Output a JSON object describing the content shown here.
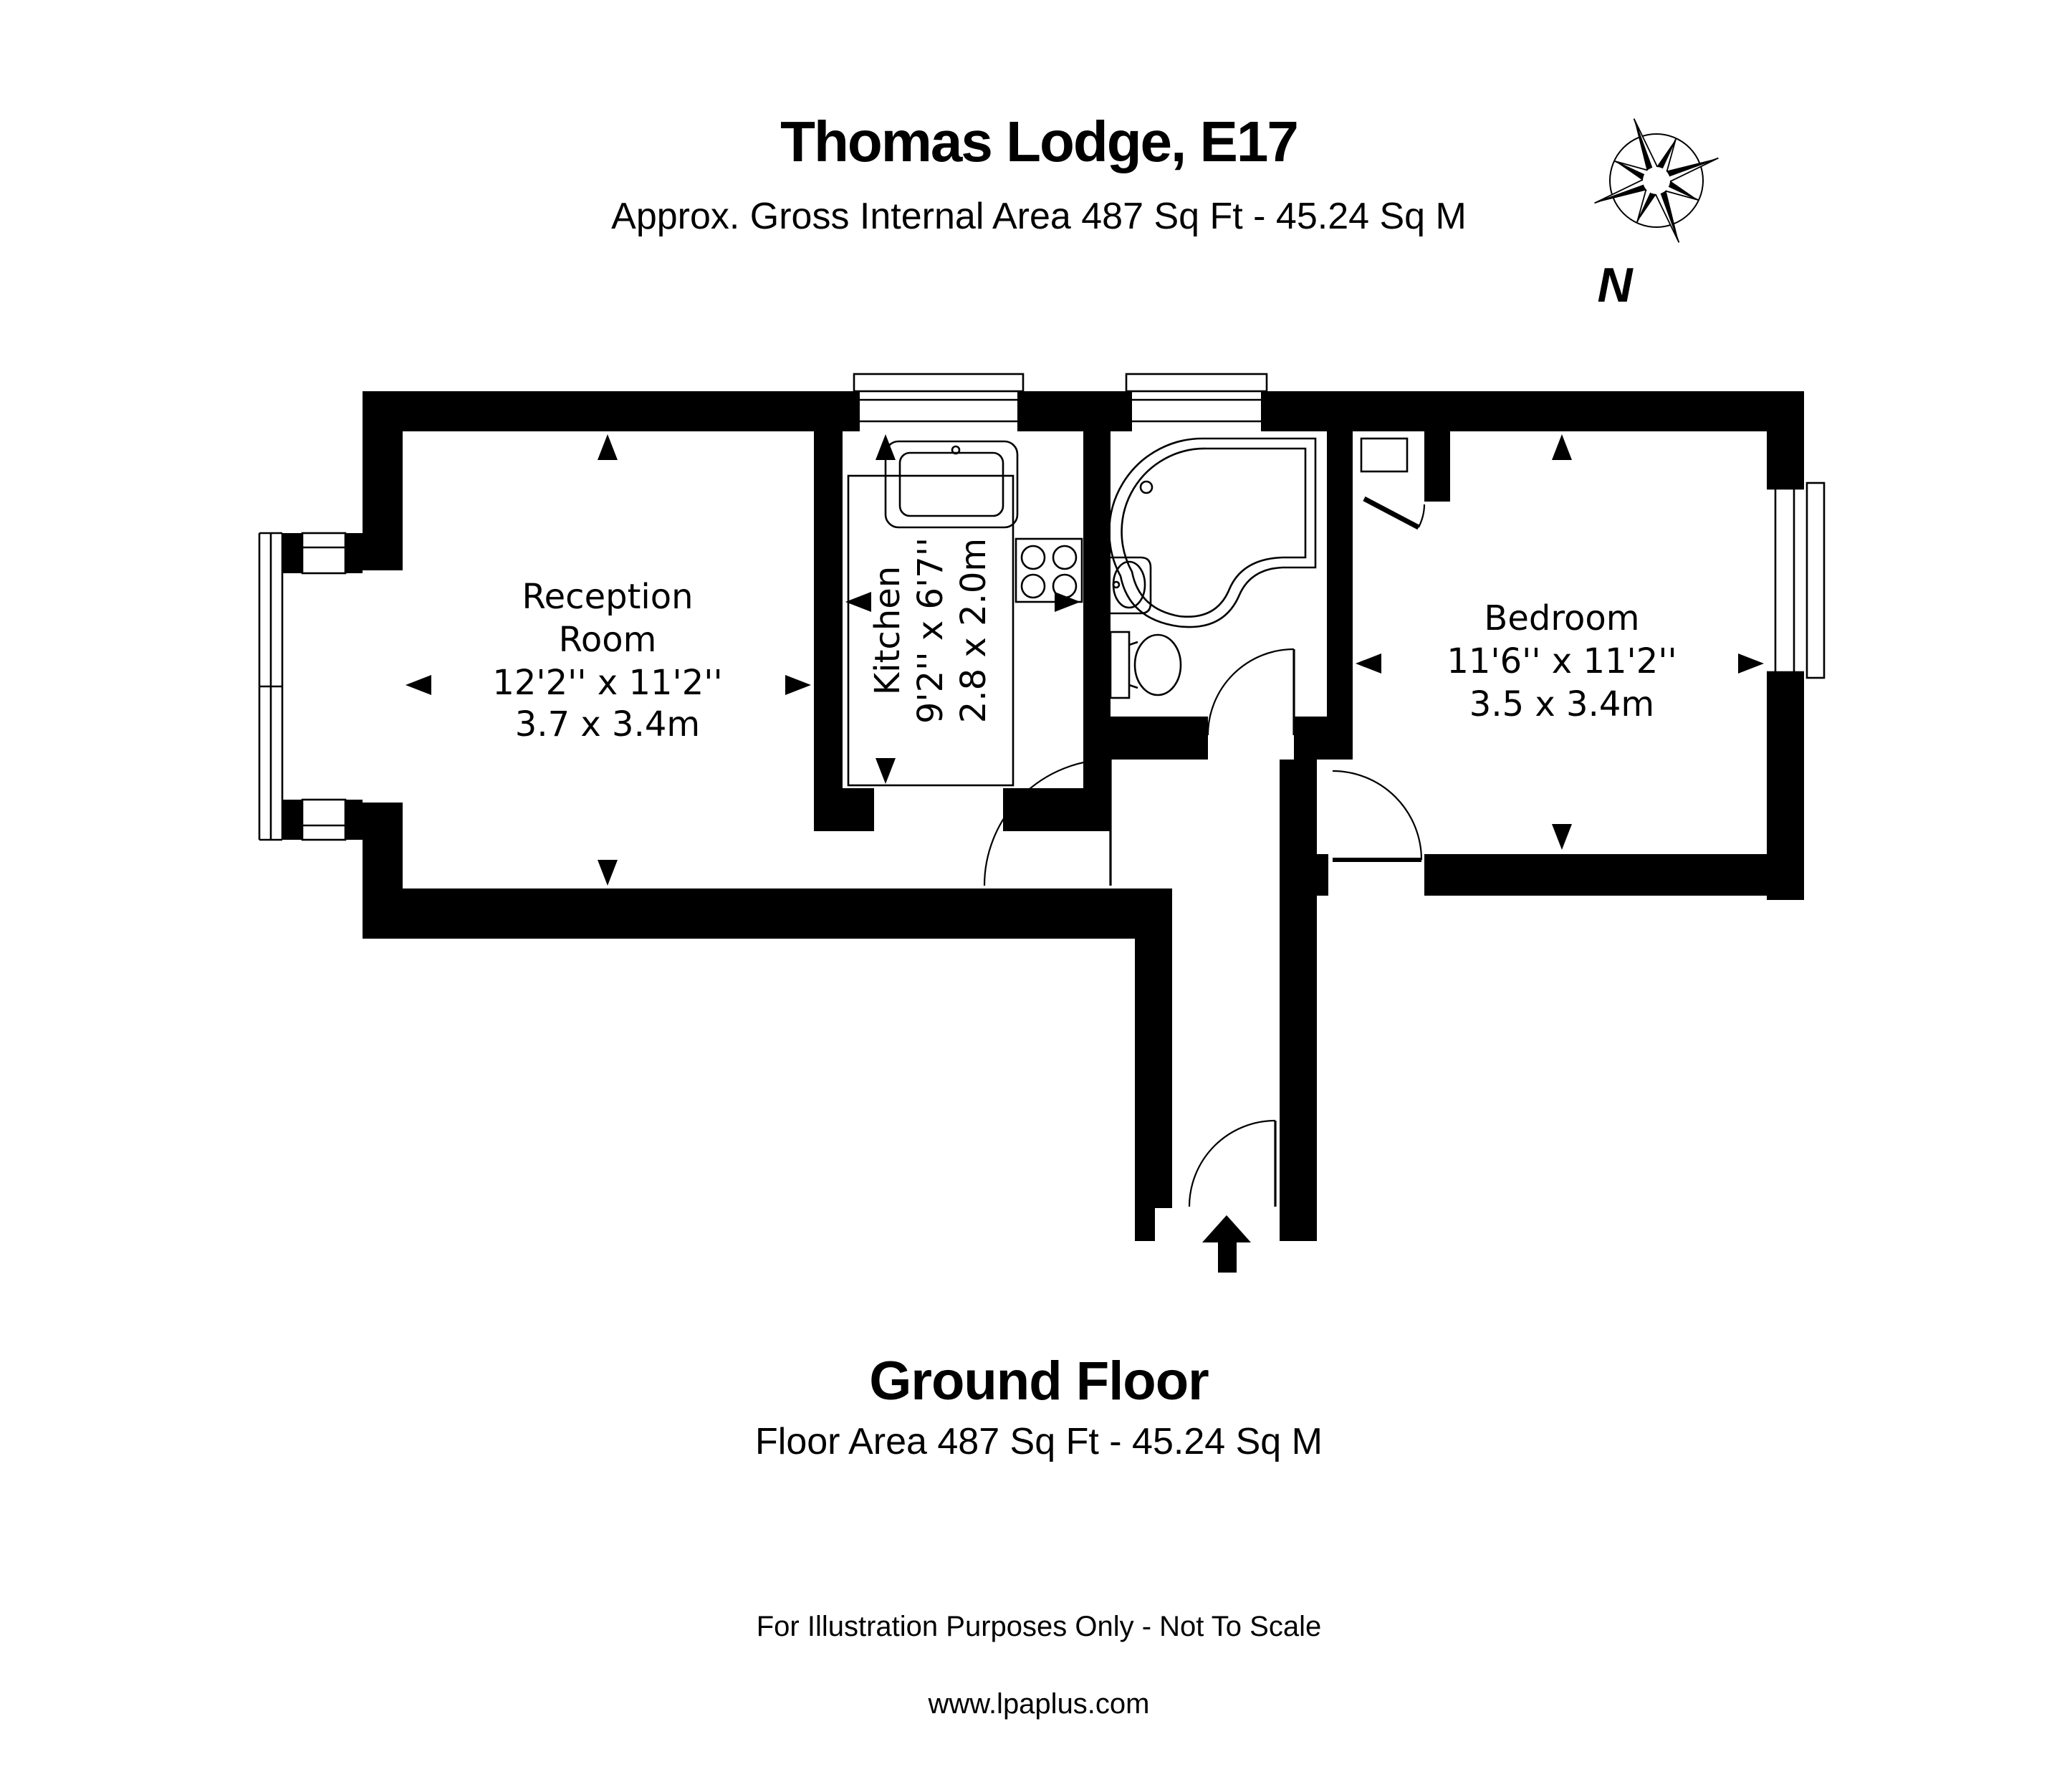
{
  "header": {
    "title": "Thomas Lodge, E17",
    "subtitle": "Approx. Gross Internal Area 487 Sq Ft - 45.24 Sq M"
  },
  "compass": {
    "north_label": "N"
  },
  "rooms": {
    "reception": {
      "name_line1": "Reception",
      "name_line2": "Room",
      "size_imperial": "12'2'' x 11'2''",
      "size_metric": "3.7 x 3.4m"
    },
    "kitchen": {
      "name": "Kitchen",
      "size_imperial": "9'2'' x 6'7''",
      "size_metric": "2.8 x 2.0m"
    },
    "bedroom": {
      "name": "Bedroom",
      "size_imperial": "11'6'' x 11'2''",
      "size_metric": "3.5 x 3.4m"
    }
  },
  "footer": {
    "floor_label": "Ground Floor",
    "floor_area": "Floor Area 487 Sq Ft - 45.24 Sq M",
    "disclaimer": "For Illustration Purposes Only - Not To Scale",
    "website": "www.lpaplus.com"
  },
  "colors": {
    "wall": "#000000",
    "background": "#ffffff",
    "text": "#000000"
  }
}
